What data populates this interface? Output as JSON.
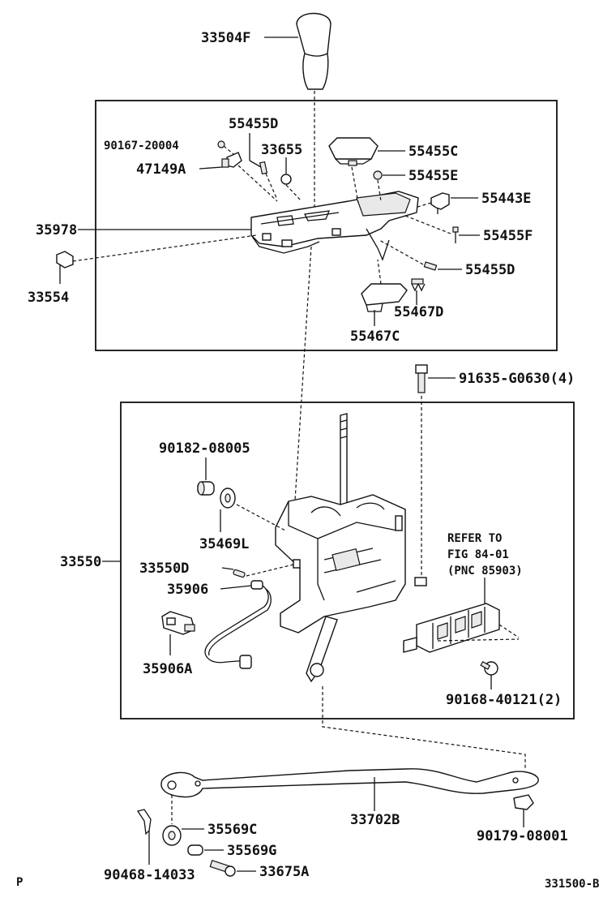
{
  "diagram": {
    "parts": {
      "knob": "33504F",
      "bolt_90167": "90167-20004",
      "pin_55455D_top": "55455D",
      "part_33655": "33655",
      "cover_55455C": "55455C",
      "clip_55455E": "55455E",
      "bulb_47149A": "47149A",
      "bracket_55443E": "55443E",
      "indicator_35978": "35978",
      "screw_55455F": "55455F",
      "part_33554": "33554",
      "pin_55455D_bottom": "55455D",
      "spring_55467D": "55467D",
      "holder_55467C": "55467C",
      "bolt_91635": "91635-G0630(4)",
      "bush_90182": "90182-08005",
      "washer_35469L": "35469L",
      "shift_lever_33550": "33550",
      "pin_33550D": "33550D",
      "cable_35906": "35906",
      "solenoid_35906A": "35906A",
      "bolt_90168": "90168-40121(2)",
      "rod_33702B": "33702B",
      "bush_35569C": "35569C",
      "bush_35569G": "35569G",
      "pin_33675A": "33675A",
      "clip_90468": "90468-14033",
      "nut_90179": "90179-08001"
    },
    "refer_note": {
      "line1": "REFER TO",
      "line2": "FIG 84-01",
      "line3": "(PNC 85903)"
    },
    "page_marker": "P",
    "figure_code": "331500-B"
  }
}
